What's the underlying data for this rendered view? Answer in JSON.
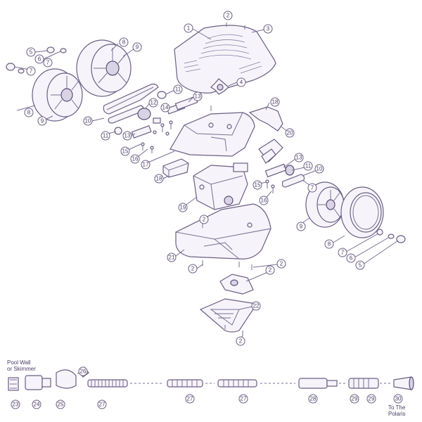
{
  "labels": {
    "c1": "1",
    "c2a": "2",
    "c3": "3",
    "c4": "4",
    "c5a": "5",
    "c6a": "6",
    "c7a": "7",
    "c7b": "7",
    "c8a": "8",
    "c9a": "9",
    "c8b": "8",
    "c9b": "9",
    "c10a": "10",
    "c11a": "11",
    "c11b": "11",
    "c12": "12",
    "c13a": "13",
    "c13b": "13",
    "c14": "14",
    "c15a": "15",
    "c16a": "16",
    "c17": "17",
    "c18a": "18",
    "c18b": "18",
    "c20": "20",
    "c13c": "13",
    "c11c": "11",
    "c10b": "10",
    "c15b": "15",
    "c16b": "16",
    "c7c": "7",
    "c19": "19",
    "c2b": "2",
    "c9c": "9",
    "c8c": "8",
    "c7d": "7",
    "c6b": "6",
    "c5b": "5",
    "c21": "21",
    "c2c": "2",
    "c2d": "2",
    "c2e": "2",
    "c22": "22",
    "c2f": "2",
    "c26": "26",
    "c23": "23",
    "c24": "24",
    "c25": "25",
    "c27a": "27",
    "c27b": "27",
    "c27c": "27",
    "c28": "28",
    "c29a": "29",
    "c29b": "29",
    "c30": "30"
  },
  "captions": {
    "pool_wall": "Pool Wall",
    "skimmer": "or Skimmer",
    "to_the": "To The",
    "polaris": "Polaris"
  },
  "colors": {
    "line": "#6a5e84",
    "fill": "#f6f4fa",
    "text": "#4a3e64"
  }
}
